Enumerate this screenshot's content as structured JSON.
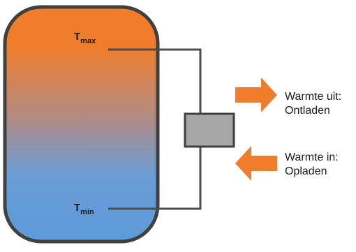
{
  "tank": {
    "t_max": {
      "base": "T",
      "sub": "max"
    },
    "t_min": {
      "base": "T",
      "sub": "min"
    }
  },
  "labels": {
    "heat_out_line1": "Warmte uit:",
    "heat_out_line2": "Ontladen",
    "heat_in_line1": "Warmte in:",
    "heat_in_line2": "Opladen"
  },
  "colors": {
    "tank_hot": "#ef7d2c",
    "tank_cold": "#5b9bd9",
    "arrow": "#ef7d2c",
    "outline": "#404040",
    "pipe": "#4d4d4d",
    "heat_exchanger": "#a6a6a6"
  },
  "icons": {
    "heat_out": "arrow-right-icon",
    "heat_in": "arrow-left-icon"
  }
}
